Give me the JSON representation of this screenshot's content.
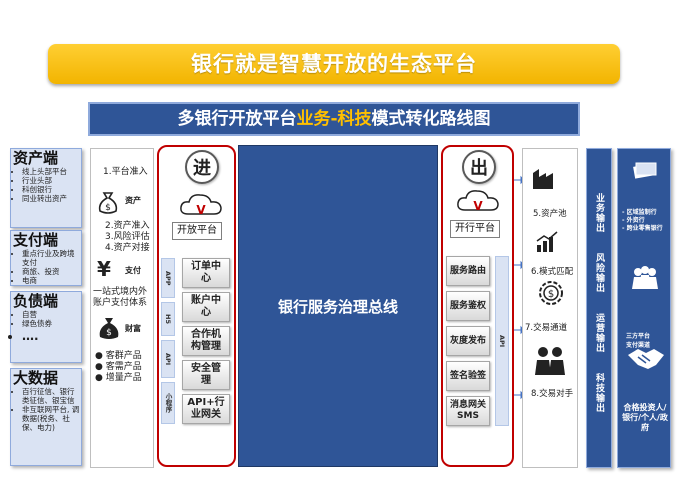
{
  "banner": {
    "title": "银行就是智慧开放的生态平台"
  },
  "subbanner": {
    "prefix": "多银行开放平台",
    "highlight": "业务-科技",
    "suffix": "模式转化路线图"
  },
  "left_panels": [
    {
      "title": "资产端",
      "items": [
        "线上头部平台",
        "行业头部",
        "科创银行",
        "同业转出资产"
      ]
    },
    {
      "title": "支付端",
      "items": [
        "重点行业及跨境支付",
        "商旅、投资",
        "电商"
      ]
    },
    {
      "title": "负债端",
      "items": [
        "自营",
        "绿色债券",
        "…."
      ]
    },
    {
      "title": "大数据",
      "items": [
        "百行征信、银行类征信、银宝信",
        "非互联网平台, 调数据(税务、社保、电力)"
      ]
    }
  ],
  "column1": {
    "steps_a": "1.平台准入",
    "icon1_label": "资产",
    "steps_b": [
      "2.资产准入",
      "3.风险评估",
      "4.资产对接"
    ],
    "icon2_label": "支付",
    "desc": "一站式境内外账户支付体系",
    "icon3_label": "财富",
    "bullets": [
      "客群产品",
      "客需产品",
      "增量产品"
    ]
  },
  "open_platform": {
    "circle_char": "进",
    "label": "开放平台",
    "api_strip": [
      "APP",
      "H5",
      "API",
      "小程序"
    ],
    "modules": [
      "订单中心",
      "账户中心",
      "合作机构管理",
      "安全管理",
      "API+行业网关"
    ]
  },
  "bus": {
    "label": "银行服务治理总线"
  },
  "bank_platform": {
    "circle_char": "出",
    "label": "开行平台",
    "api_label": "API",
    "modules": [
      "服务路由",
      "服务鉴权",
      "灰度发布",
      "签名验签",
      "消息网关SMS"
    ]
  },
  "column5": {
    "items": [
      "5.资产池",
      "6.模式匹配",
      "7.交易通道",
      "8.交易对手"
    ]
  },
  "bluecol": {
    "texts": [
      "业务输出",
      "风险输出",
      "运营输出",
      "科技输出"
    ]
  },
  "rightpanel": {
    "block1": [
      "区域监制行",
      "外资行",
      "跨业零售银行"
    ],
    "block2": "三方平台",
    "block3": "支付渠道",
    "bottom": "合格投资人/银行/个人/政府"
  },
  "colors": {
    "banner": "#f2b400",
    "navy": "#2f5597",
    "red": "#c00000",
    "light": "#dae3f3"
  },
  "icons": [
    "cloud-v-icon",
    "dollar-bag-icon",
    "yen-icon",
    "money-bag-icon",
    "factory-icon",
    "growth-chart-icon",
    "dollar-gear-icon",
    "people-icon",
    "handshake-icon",
    "cash-icon",
    "group-icon"
  ]
}
